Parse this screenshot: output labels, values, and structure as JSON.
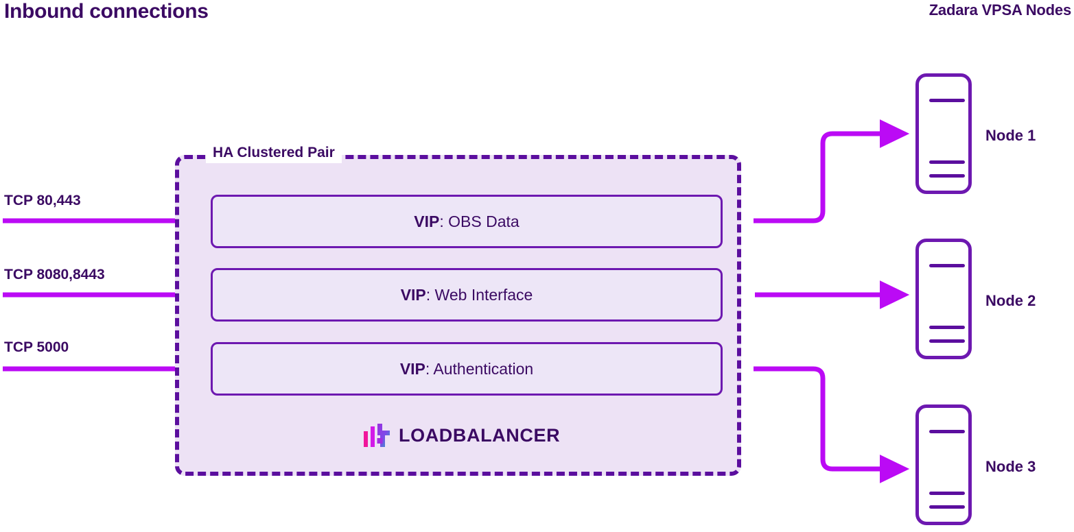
{
  "headings": {
    "inbound": "Inbound connections",
    "nodes": "Zadara VPSA Nodes"
  },
  "colors": {
    "heading_purple": "#3B0A63",
    "border_purple": "#5B0E9E",
    "box_border": "#6D18B0",
    "arrow_magenta": "#BB0AF5",
    "panel_fill": "#EDE2F5",
    "vip_fill": "#EDE6F7",
    "logo_pink": "#F0169B",
    "logo_magenta": "#D21AE8",
    "logo_purple": "#9B30E0",
    "logo_teal": "#21B8C0"
  },
  "inbound_ports": [
    {
      "label": "TCP 80,443"
    },
    {
      "label": "TCP 8080,8443"
    },
    {
      "label": "TCP 5000"
    }
  ],
  "ha_cluster": {
    "label": "HA Clustered Pair",
    "vips": [
      {
        "key": "VIP",
        "separator": ": ",
        "value": "OBS Data"
      },
      {
        "key": "VIP",
        "separator": ": ",
        "value": "Web Interface"
      },
      {
        "key": "VIP",
        "separator": ": ",
        "value": "Authentication"
      }
    ],
    "logo": {
      "icon": "loadbalancer-bars-icon",
      "wordmark": "LOADBALANCER"
    }
  },
  "nodes": [
    {
      "label": "Node 1",
      "icon": "server-node-icon"
    },
    {
      "label": "Node 2",
      "icon": "server-node-icon"
    },
    {
      "label": "Node 3",
      "icon": "server-node-icon"
    }
  ],
  "connectors": {
    "inbound_arrow_icon": "arrow-right-icon",
    "outbound_arrow_icon": "arrow-right-icon",
    "elbow_up_icon": "elbow-connector-up-icon",
    "straight_icon": "straight-connector-icon",
    "elbow_down_icon": "elbow-connector-down-icon"
  }
}
